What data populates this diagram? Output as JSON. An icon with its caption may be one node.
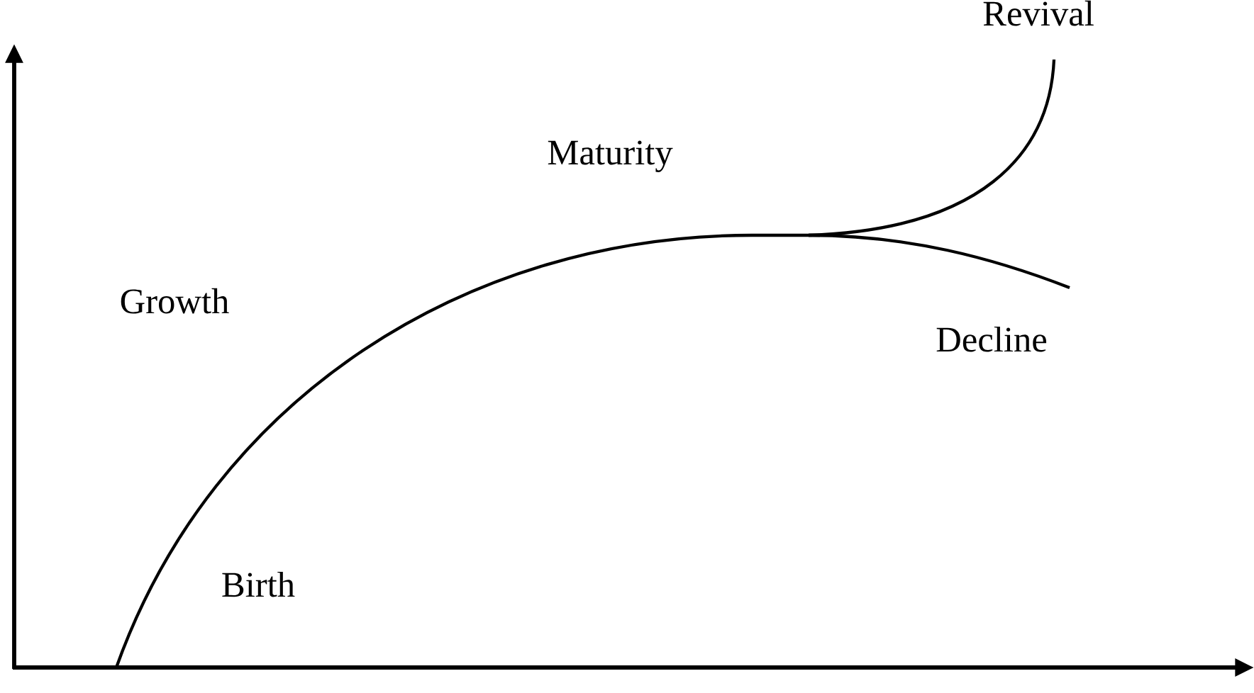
{
  "diagram": {
    "labels": [
      "Revival",
      "Maturity",
      "Growth",
      "Decline",
      "Birth"
    ]
  }
}
